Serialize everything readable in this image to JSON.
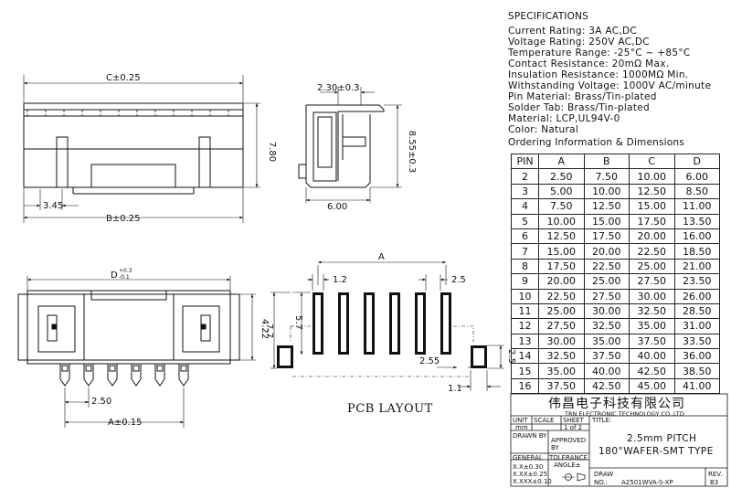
{
  "specifications": {
    "title": "SPECIFICATIONS",
    "lines": [
      "Current Rating: 3A AC,DC",
      "Voltage Rating: 250V AC,DC",
      "Temperature Range: -25°C ~ +85°C",
      "Contact Resistance: 20mΩ Max.",
      "Insulation Resistance: 1000MΩ Min.",
      "Withstanding Voltage: 1000V AC/minute",
      "Pin Material: Brass/Tin-plated",
      "Solder Tab: Brass/Tin-plated",
      "Material: LCP,UL94V-0",
      "Color: Natural"
    ]
  },
  "ordering": {
    "title": "Ordering Information & Dimensions",
    "headers": [
      "PIN",
      "A",
      "B",
      "C",
      "D"
    ],
    "rows": [
      [
        "2",
        "2.50",
        "7.50",
        "10.00",
        "6.00"
      ],
      [
        "3",
        "5.00",
        "10.00",
        "12.50",
        "8.50"
      ],
      [
        "4",
        "7.50",
        "12.50",
        "15.00",
        "11.00"
      ],
      [
        "5",
        "10.00",
        "15.00",
        "17.50",
        "13.50"
      ],
      [
        "6",
        "12.50",
        "17.50",
        "20.00",
        "16.00"
      ],
      [
        "7",
        "15.00",
        "20.00",
        "22.50",
        "18.50"
      ],
      [
        "8",
        "17.50",
        "22.50",
        "25.00",
        "21.00"
      ],
      [
        "9",
        "20.00",
        "25.00",
        "27.50",
        "23.50"
      ],
      [
        "10",
        "22.50",
        "27.50",
        "30.00",
        "26.00"
      ],
      [
        "11",
        "25.00",
        "30.00",
        "32.50",
        "28.50"
      ],
      [
        "12",
        "27.50",
        "32.50",
        "35.00",
        "31.00"
      ],
      [
        "13",
        "30.00",
        "35.00",
        "37.50",
        "33.50"
      ],
      [
        "14",
        "32.50",
        "37.50",
        "40.00",
        "36.00"
      ],
      [
        "15",
        "35.00",
        "40.00",
        "42.50",
        "38.50"
      ],
      [
        "16",
        "37.50",
        "42.50",
        "45.00",
        "41.00"
      ]
    ]
  },
  "dimensions": {
    "c": "C±0.25",
    "b": "B±0.25",
    "d": "D",
    "d_tol_upper": "+0.3",
    "d_tol_lower": "-0.1",
    "a": "A±0.15",
    "h780": "7.80",
    "w345": "3.45",
    "side_w230": "2.30±0.3",
    "side_h855": "8.55±0.3",
    "side_w600": "6.00",
    "h422": "4.22",
    "p250": "2.50",
    "pcb_a": "A",
    "pcb_12": "1.2",
    "pcb_25": "2.5",
    "pcb_57": "5.7",
    "pcb_77": "7.7",
    "pcb_255": "2.55",
    "pcb_25v": "2.5",
    "pcb_11": "1.1"
  },
  "pcb_label": "PCB LAYOUT",
  "title_block": {
    "company_cn": "伟昌电子科技有限公司",
    "company_en": "TRN ELECTRONIC TECHNOLOGY CO.,LTD",
    "unit_label": "UNIT",
    "scale_label": "SCALE",
    "sheet_label": "SHEET",
    "title_label": "TITLE:",
    "unit_value": "mm",
    "sheet_value": "1 of 2",
    "drawn_by": "DRAWN BY",
    "approved_by": "APPROVED BY",
    "title_line1": "2.5mm PITCH",
    "title_line2": "180°WAFER-SMT TYPE",
    "general": "GENERAL",
    "tolerance": "TOLERANCE",
    "tol1": "X.X±0.30",
    "tol2": "X.XX±0.25",
    "tol3": "X.XXX±0.10",
    "angle": "ANGLE±",
    "draw_label": "DRAW",
    "no_label": "NO.:",
    "draw_no": "A2501WVA-S-XP",
    "rev_label": "REV.",
    "rev_value": "B3"
  }
}
